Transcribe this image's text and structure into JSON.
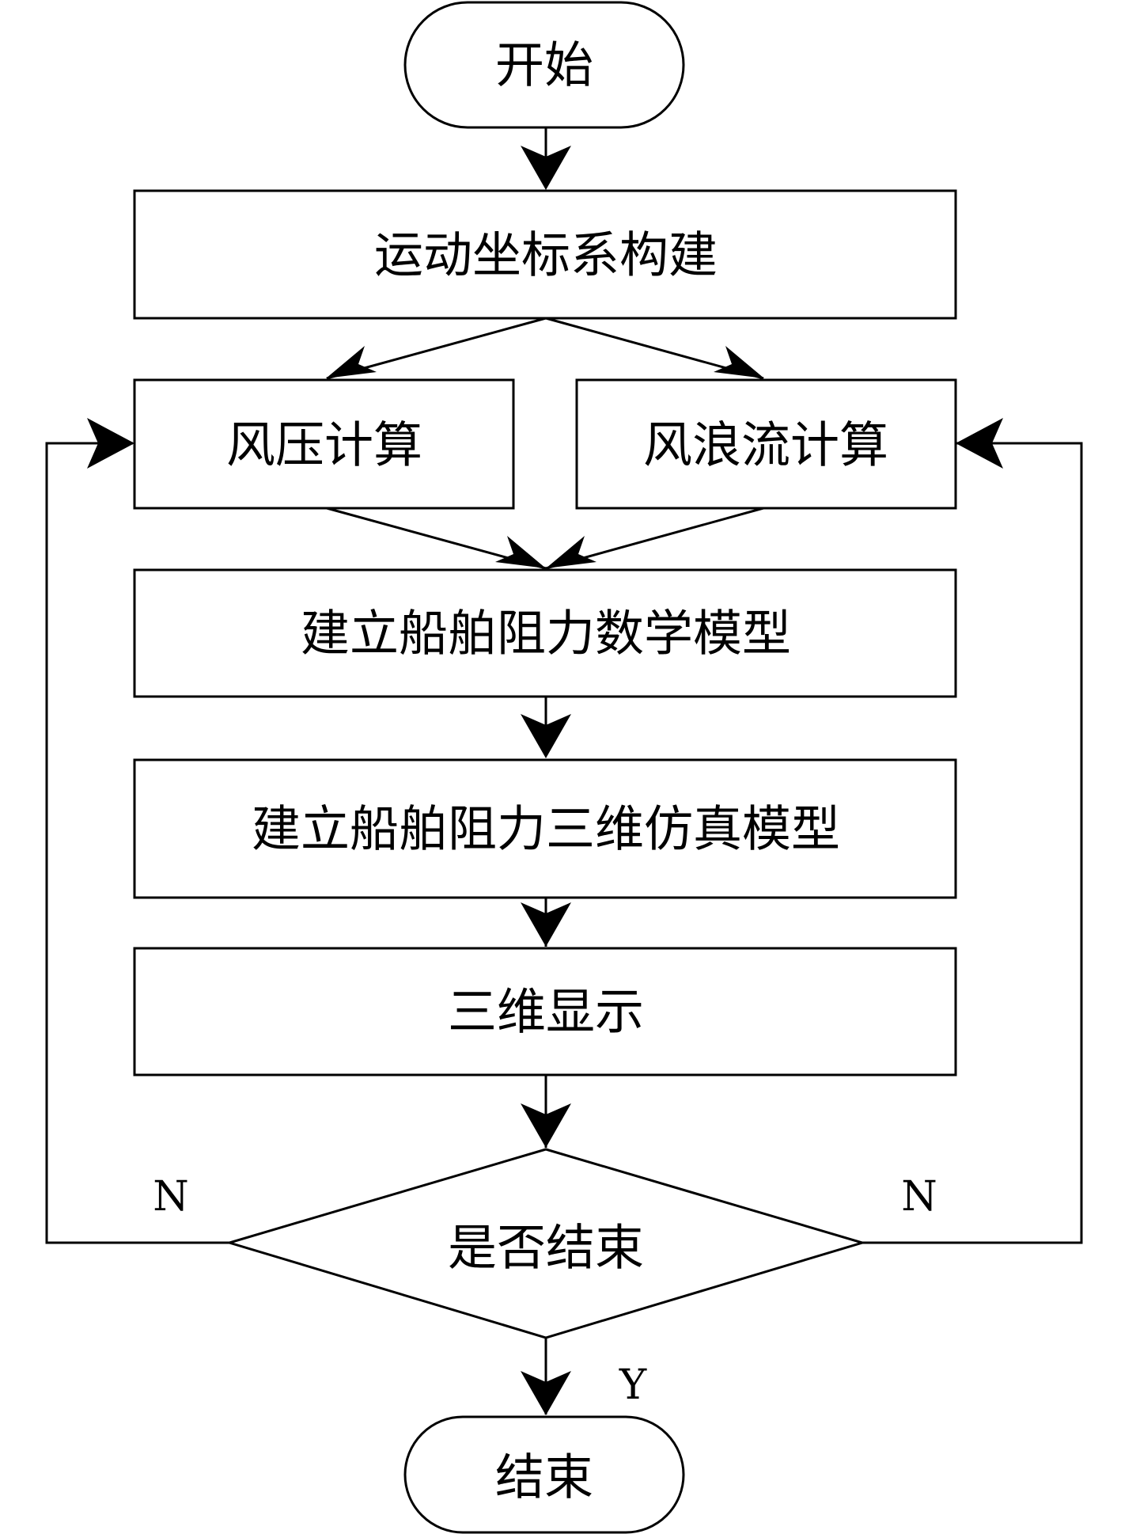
{
  "nodes": {
    "start": "开始",
    "coord": "运动坐标系构建",
    "wind_pressure": "风压计算",
    "wind_wave_current": "风浪流计算",
    "math_model": "建立船舶阻力数学模型",
    "sim_model": "建立船舶阻力三维仿真模型",
    "display": "三维显示",
    "decision": "是否结束",
    "end": "结束"
  },
  "labels": {
    "no_left": "N",
    "no_right": "N",
    "yes": "Y"
  }
}
